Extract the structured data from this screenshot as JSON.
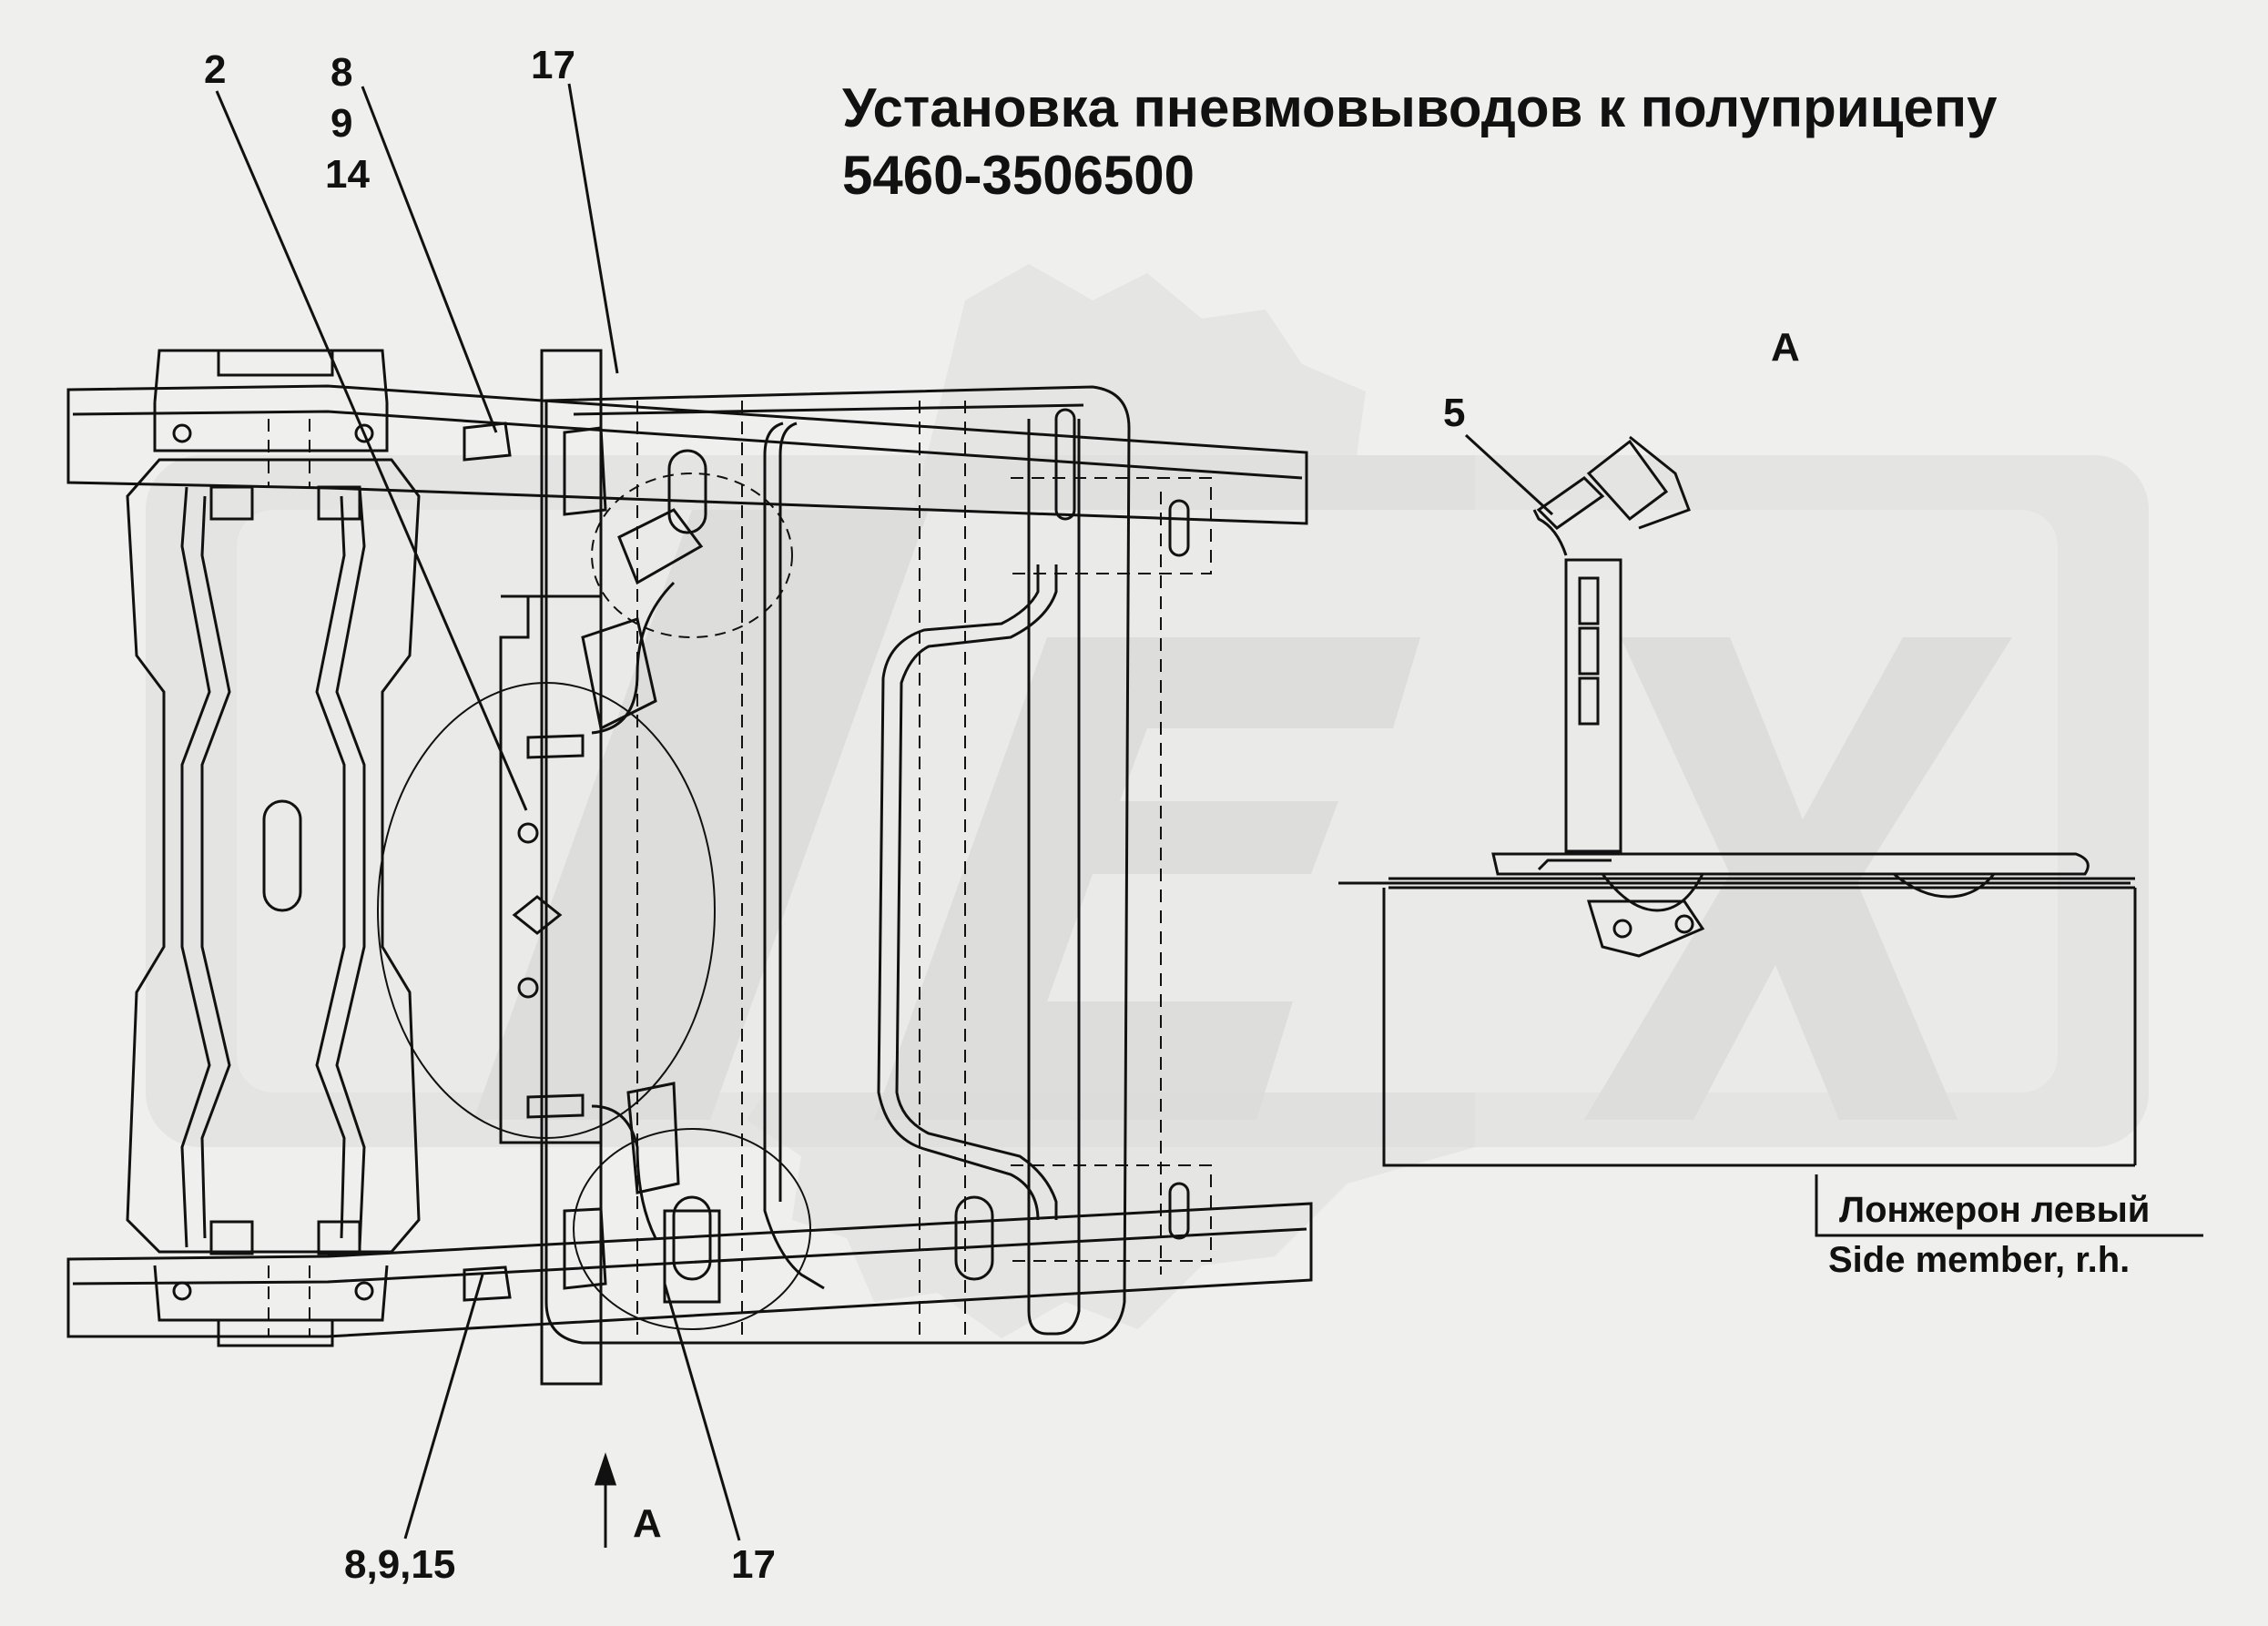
{
  "title": {
    "line1": "Установка пневмовыводов к полуприцепу",
    "line2": "5460-3506500"
  },
  "callouts": {
    "c2": "2",
    "c8": "8",
    "c9": "9",
    "c14": "14",
    "c17_top": "17",
    "c17_bottom": "17",
    "c8_9_15": "8,9,15",
    "c5": "5",
    "view_A_label": "A",
    "view_A_arrow": "A"
  },
  "member_caption": {
    "ru": "Лонжерон левый",
    "en": "Side member, r.h."
  },
  "colors": {
    "background": "#efefed",
    "line": "#111111",
    "watermark": "#dcdcda"
  }
}
